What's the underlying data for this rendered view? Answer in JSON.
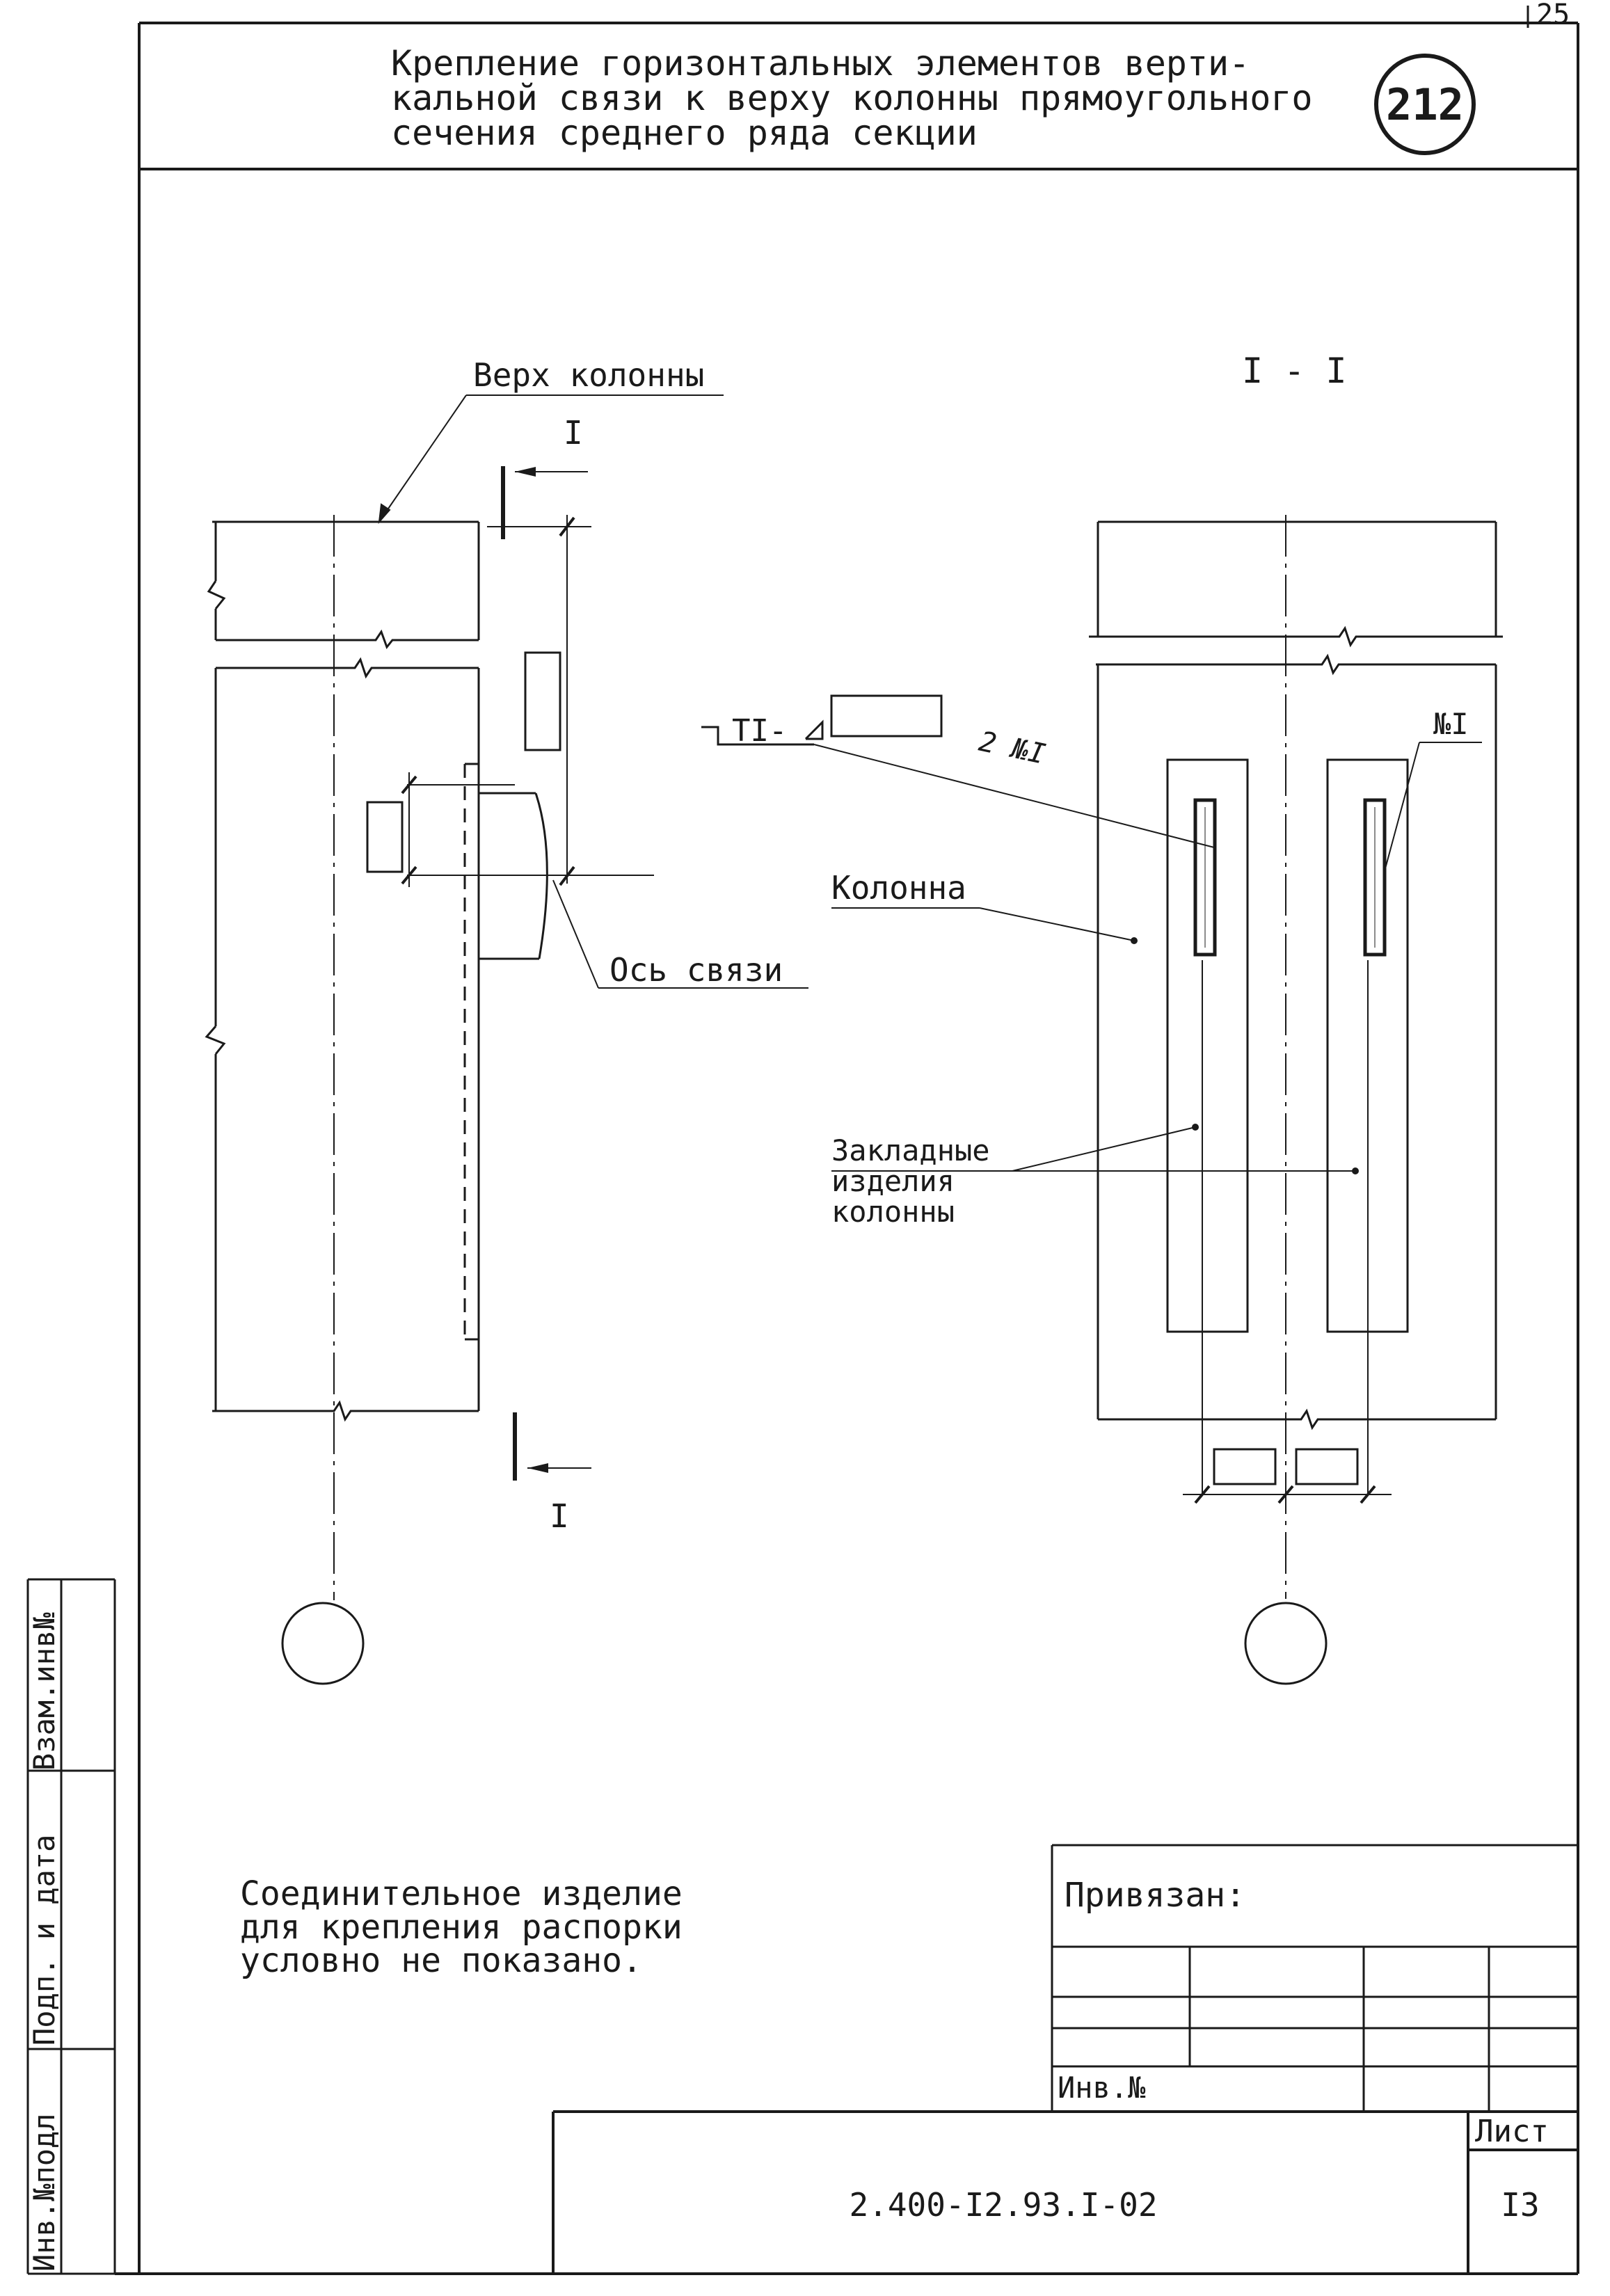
{
  "page_number": "25",
  "title": {
    "lines": [
      "Крепление горизонтальных элементов верти-",
      "кальной связи к верху колонны прямоугольного",
      "сечения среднего ряда секции"
    ],
    "badge": "212"
  },
  "elevation_view": {
    "label_top": "Верх колонны",
    "section_mark_top": "I",
    "section_mark_bottom": "I",
    "axis_label": "Ось связи"
  },
  "section_view": {
    "title": "I - I",
    "weld_symbol": "TI-",
    "weld_qty_label": "2 №I",
    "item_label": "№I",
    "column_label": "Колонна",
    "embedded_label_lines": [
      "Закладные",
      "изделия",
      "колонны"
    ]
  },
  "note_lines": [
    "Соединительное изделие",
    "для крепления распорки",
    "условно не показано."
  ],
  "sidebar_stamp": {
    "fields": [
      "Взам.инв№",
      "Подп. и дата",
      "Инв.№подл"
    ]
  },
  "binding_table": {
    "title": "Привязан:",
    "inv_label": "Инв.№"
  },
  "title_block": {
    "document_code": "2.400-I2.93.I-02",
    "sheet_label": "Лист",
    "sheet_number": "I3"
  }
}
